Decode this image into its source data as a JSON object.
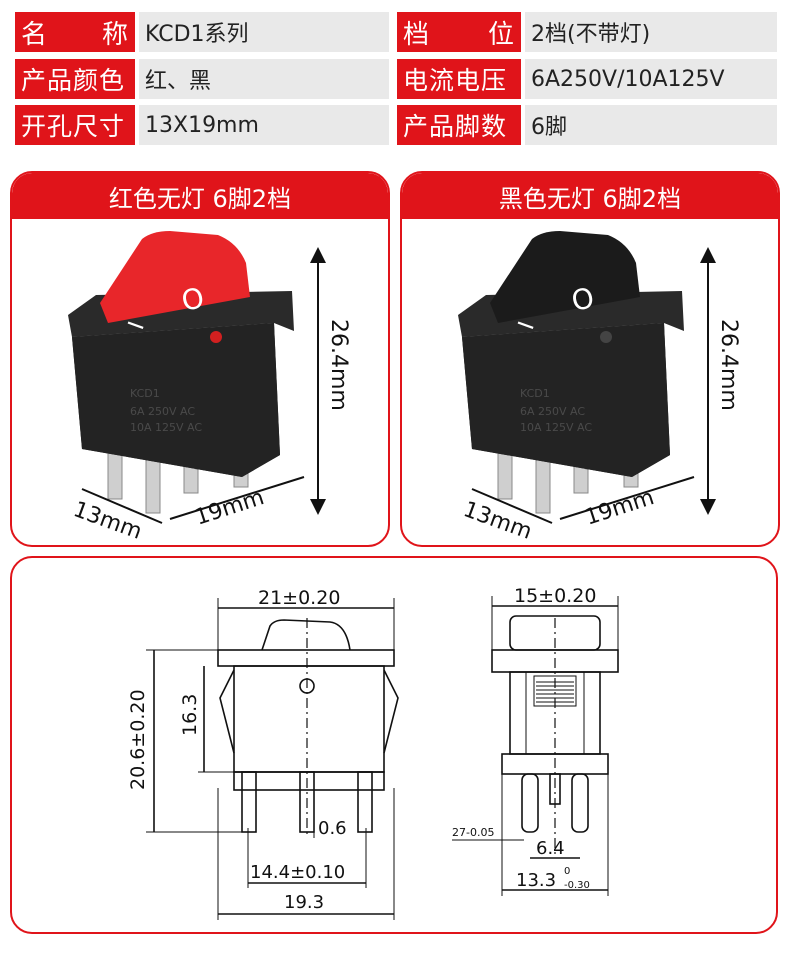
{
  "specs": {
    "left": [
      {
        "label_a": "名",
        "label_b": "称",
        "value": "KCD1系列"
      },
      {
        "label": "产品颜色",
        "value": "红、黑"
      },
      {
        "label": "开孔尺寸",
        "value": "13X19mm"
      }
    ],
    "right": [
      {
        "label_a": "档",
        "label_b": "位",
        "value": "2档(不带灯)"
      },
      {
        "label": "电流电压",
        "value": "6A250V/10A125V"
      },
      {
        "label": "产品脚数",
        "value": "6脚"
      }
    ]
  },
  "cards": [
    {
      "title": "红色无灯 6脚2档",
      "rocker_color": "#e8262a",
      "height_dim": "26.4mm",
      "depth_dim": "13mm",
      "width_dim": "19mm"
    },
    {
      "title": "黑色无灯 6脚2档",
      "rocker_color": "#1b1b1b",
      "height_dim": "26.4mm",
      "depth_dim": "13mm",
      "width_dim": "19mm"
    }
  ],
  "switch_marks": {
    "on_symbol": "O",
    "off_symbol": "I",
    "body_text_1": "KCD1",
    "body_text_2": "6A 250V AC",
    "body_text_3": "10A 125V AC"
  },
  "drawing": {
    "front_width": "21±0.20",
    "front_height_total": "20.6±0.20",
    "front_height_body": "16.3",
    "pin_width": "0.6",
    "pin_span": "14.4±0.10",
    "base_width": "19.3",
    "side_width": "15±0.20",
    "side_pin_thick": "27-0.05",
    "side_pin_spacing": "6.4",
    "side_base": "13.3",
    "side_base_tol": "0",
    "side_base_tol2": "-0.30"
  },
  "colors": {
    "accent": "#e0141a",
    "value_bg": "#e9e9e9"
  }
}
